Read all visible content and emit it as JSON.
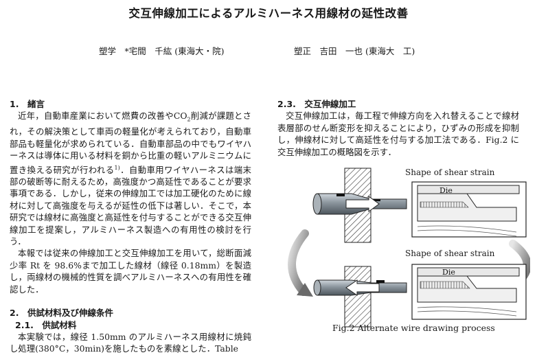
{
  "title": "交互伸線加工によるアルミハーネス用線材の延性改善",
  "authors": {
    "left": "塑学　*宅間　千紘 (東海大・院)",
    "right": "塑正　吉田　一也 (東海大　工)"
  },
  "sec1": {
    "heading": "1.　緒言",
    "p1_a": "近年，自動車産業において燃費の改善やCO",
    "p1_sub": "2",
    "p1_b": "削減が課題とされ，その解決策として車両の軽量化が考えられており，自動車部品も軽量化が求められている．自動車部品の中でもワイヤハーネスは導体に用いる材料を銅から比重の軽いアルミニウムに置き換える研究が行われる",
    "p1_sup": "1)",
    "p1_c": "．自動車用ワイヤハーネスは端末部の破断等に耐えるため，高強度かつ高延性であることが要求事項である．しかし，従来の伸線加工では加工硬化のために線材に対して高強度を与えるが延性の低下は著しい．そこで，本研究では線材に高強度と高延性を付与することができる交互伸線加工を提案し，アルミハーネス製造への有用性の検討を行う．",
    "p2": "本報では従来の伸線加工と交互伸線加工を用いて，総断面減少率 Rt を 98.6%まで加工した線材（線径 0.18mm）を製造し，両線材の機械的性質を調べアルミハーネスへの有用性を確認した．"
  },
  "sec2": {
    "heading": "2.　供試材料及び伸線条件",
    "sub_heading": "2.1.　供試材料",
    "p1": "本実験では，線径 1.50mm のアルミハーネス用線材に焼鈍し処理(380°C，30min)を施したものを素線とした．Table"
  },
  "sec23": {
    "heading": "2.3.　交互伸線加工",
    "p1": "交互伸線加工は，毎工程で伸線方向を入れ替えることで線材表層部のせん断変形を抑えることにより，ひずみの形成を抑制し，伸線材に対して高延性を付与する加工法である．Fig.2 に交互伸線加工の概略図を示す．"
  },
  "figure": {
    "label_top": "Shape of shear strain",
    "label_bottom": "Shape of shear strain",
    "die_top": "Die",
    "die_bottom": "Die",
    "caption": "Fig.2 Alternate wire drawing process"
  }
}
